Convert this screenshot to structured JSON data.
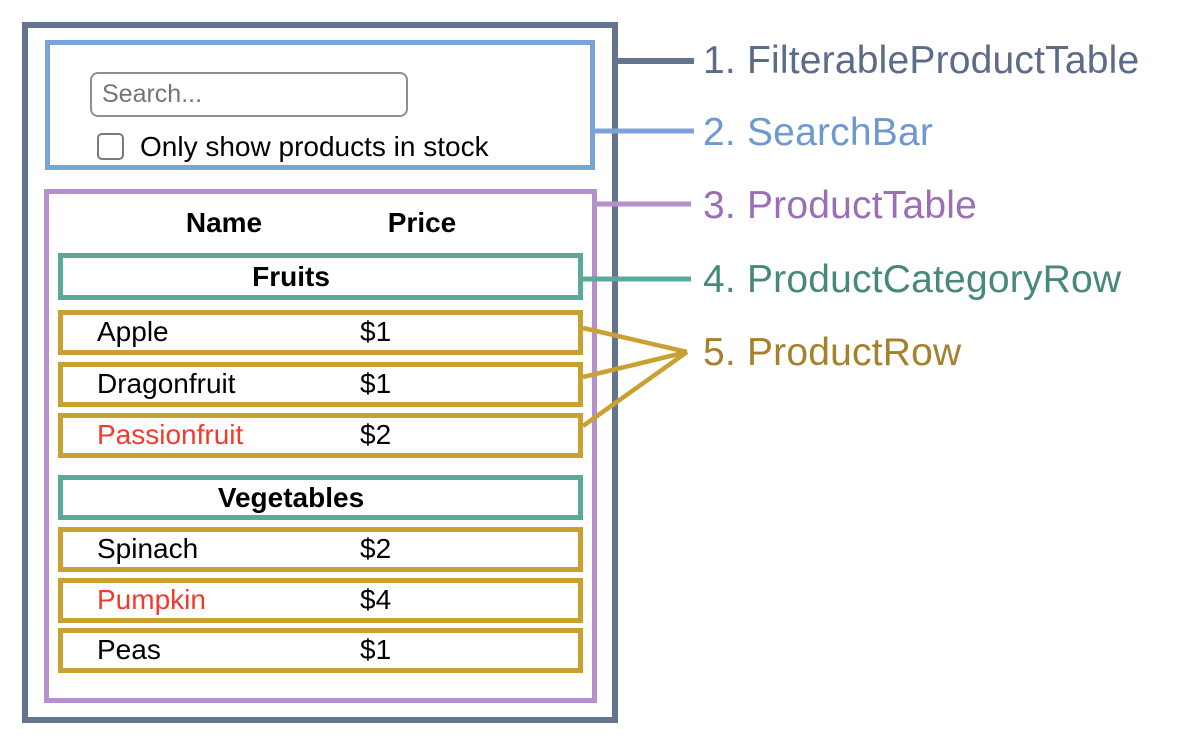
{
  "diagram_labels": [
    {
      "text": "1. FilterableProductTable",
      "color": "#5c6b88"
    },
    {
      "text": "2. SearchBar",
      "color": "#6d99cf"
    },
    {
      "text": "3. ProductTable",
      "color": "#9b6fb7"
    },
    {
      "text": "4. ProductCategoryRow",
      "color": "#47887b"
    },
    {
      "text": "5. ProductRow",
      "color": "#a6812c"
    }
  ],
  "colors": {
    "outer_border": "#64748e",
    "searchbar_border": "#7aa3d8",
    "producttable_border": "#b78fca",
    "category_border": "#5aa99b",
    "row_border": "#c9a032",
    "out_of_stock_text": "#f23b2d",
    "text": "#000000",
    "input_border": "#8f8f8f",
    "placeholder": "#757575"
  },
  "searchbar": {
    "input_placeholder": "Search...",
    "checkbox_label": "Only show products in stock",
    "checkbox_checked": false
  },
  "product_table": {
    "headers": {
      "name": "Name",
      "price": "Price"
    },
    "sections": [
      {
        "category": "Fruits",
        "rows": [
          {
            "name": "Apple",
            "price": "$1",
            "out_of_stock": false
          },
          {
            "name": "Dragonfruit",
            "price": "$1",
            "out_of_stock": false
          },
          {
            "name": "Passionfruit",
            "price": "$2",
            "out_of_stock": true
          }
        ]
      },
      {
        "category": "Vegetables",
        "rows": [
          {
            "name": "Spinach",
            "price": "$2",
            "out_of_stock": false
          },
          {
            "name": "Pumpkin",
            "price": "$4",
            "out_of_stock": true
          },
          {
            "name": "Peas",
            "price": "$1",
            "out_of_stock": false
          }
        ]
      }
    ]
  }
}
